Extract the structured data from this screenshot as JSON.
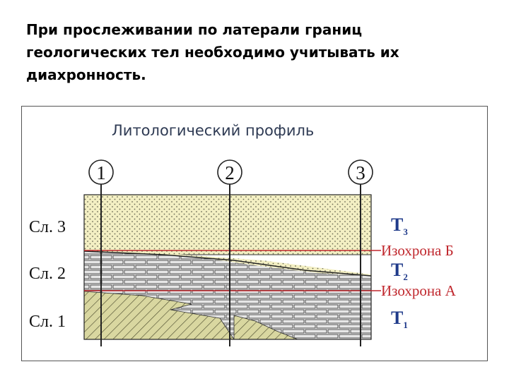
{
  "heading": "При прослеживании по латерали границ геологических тел необходимо учитывать их диахронность.",
  "profile_title": "Литологический профиль",
  "wells": [
    "1",
    "2",
    "3"
  ],
  "layers": [
    "Сл. 3",
    "Сл. 2",
    "Сл. 1"
  ],
  "time_levels": [
    {
      "letter": "Т",
      "sub": "3"
    },
    {
      "letter": "Т",
      "sub": "2"
    },
    {
      "letter": "Т",
      "sub": "1"
    }
  ],
  "isochrons": [
    "Изохрона Б",
    "Изохрона А"
  ],
  "colors": {
    "sand": "#f3efc3",
    "brick_bg": "#ffffff",
    "shale": "#d9d7a0",
    "isochron": "#c0272d",
    "time_letter": "#1f3a8a"
  }
}
